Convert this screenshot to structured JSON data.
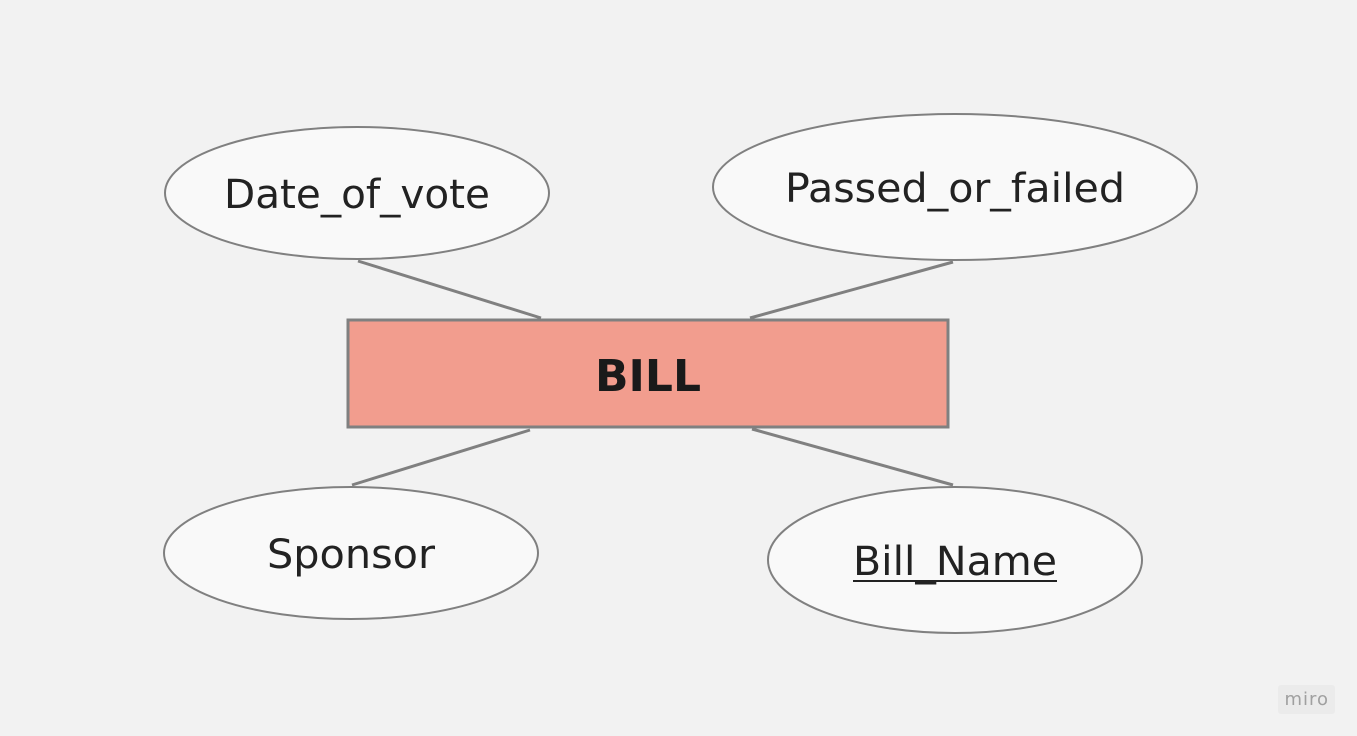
{
  "diagram": {
    "entity": {
      "name": "BILL",
      "fill": "#f29d8e",
      "border": "#808080"
    },
    "attributes": [
      {
        "id": "date-of-vote",
        "label": "Date_of_vote",
        "is_key": false
      },
      {
        "id": "passed-or-failed",
        "label": "Passed_or_failed",
        "is_key": false
      },
      {
        "id": "sponsor",
        "label": "Sponsor",
        "is_key": false
      },
      {
        "id": "bill-name",
        "label": "Bill_Name",
        "is_key": true
      }
    ],
    "colors": {
      "background": "#f2f2f2",
      "attribute_fill": "#f9f9f9",
      "stroke": "#808080"
    }
  },
  "watermark": {
    "logo_text": "miro"
  }
}
